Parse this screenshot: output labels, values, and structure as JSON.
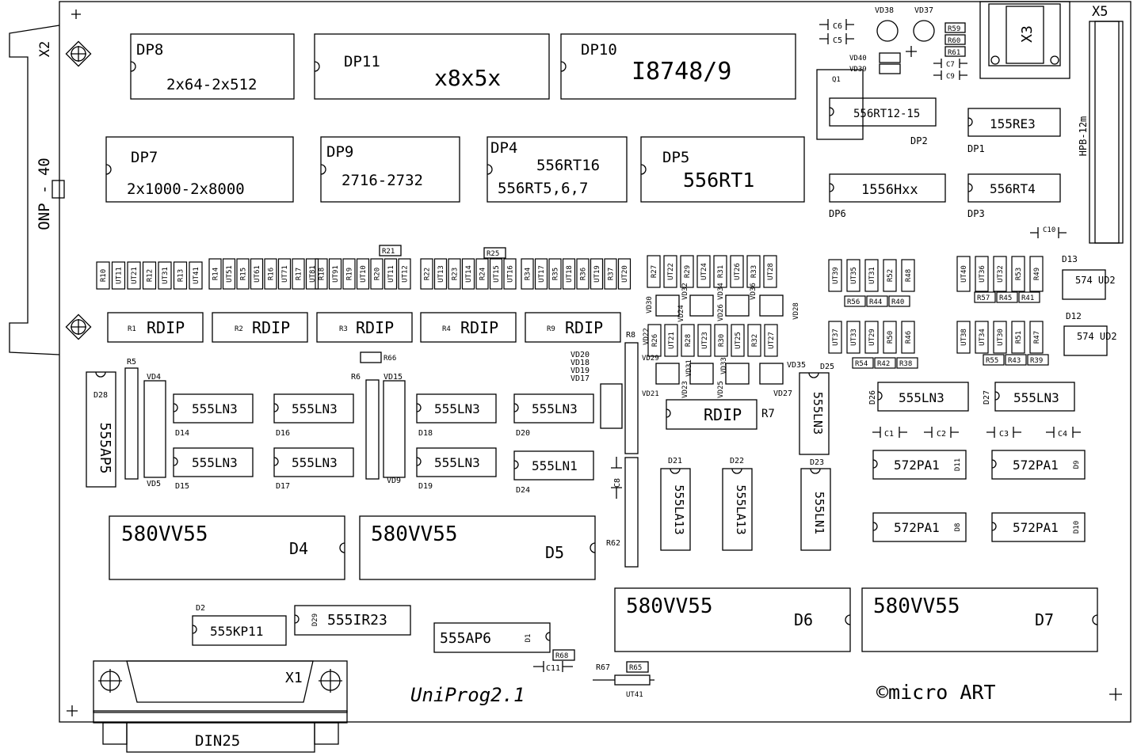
{
  "board": {
    "edge_connector": "ONP - 40",
    "x2": "X2",
    "x5": "X5",
    "x5_part": "HPB-12m",
    "x3": "X3",
    "x1": "X1",
    "x1_part": "DIN25",
    "title": "UniProg2.1",
    "copyright": "©micro ART"
  },
  "chips": {
    "dp8": {
      "ref": "DP8",
      "part": "2x64-2x512"
    },
    "dp11": {
      "ref": "DP11",
      "part": "x8x5x"
    },
    "dp10": {
      "ref": "DP10",
      "part": "I8748/9"
    },
    "dp7": {
      "ref": "DP7",
      "part": "2x1000-2x8000"
    },
    "dp9": {
      "ref": "DP9",
      "part": "2716-2732"
    },
    "dp4": {
      "ref": "DP4",
      "part1": "556RT16",
      "part2": "556RT5,6,7"
    },
    "dp5": {
      "ref": "DP5",
      "part": "556RT1"
    },
    "dp2": {
      "ref": "DP2",
      "part": "556RT12-15"
    },
    "dp1": {
      "ref": "DP1",
      "part": "155RE3"
    },
    "dp6": {
      "ref": "DP6",
      "part": "1556Hxx"
    },
    "dp3": {
      "ref": "DP3",
      "part": "556RT4"
    },
    "d13": {
      "ref": "D13",
      "part": "574 UD2"
    },
    "d12": {
      "ref": "D12",
      "part": "574 UD2"
    },
    "d14": {
      "ref": "D14",
      "part": "555LN3"
    },
    "d15": {
      "ref": "D15",
      "part": "555LN3"
    },
    "d16": {
      "ref": "D16",
      "part": "555LN3"
    },
    "d17": {
      "ref": "D17",
      "part": "555LN3"
    },
    "d18": {
      "ref": "D18",
      "part": "555LN3"
    },
    "d19": {
      "ref": "D19",
      "part": "555LN3"
    },
    "d20": {
      "ref": "D20",
      "part": "555LN3"
    },
    "d24": {
      "ref": "D24",
      "part": "555LN1"
    },
    "d28": {
      "ref": "D28",
      "part": "555AP5"
    },
    "d25": {
      "ref": "D25",
      "part": "555LN3"
    },
    "d23": {
      "ref": "D23",
      "part": "555LN1"
    },
    "d21": {
      "ref": "D21",
      "part": "555LA13"
    },
    "d22": {
      "ref": "D22",
      "part": "555LA13"
    },
    "d26": {
      "ref": "D26",
      "part": "555LN3"
    },
    "d27": {
      "ref": "D27",
      "part": "555LN3"
    },
    "d11": {
      "ref": "D11",
      "part": "572PA1"
    },
    "d9": {
      "ref": "D9",
      "part": "572PA1"
    },
    "d8": {
      "ref": "D8",
      "part": "572PA1"
    },
    "d10": {
      "ref": "D10",
      "part": "572PA1"
    },
    "d4": {
      "ref": "D4",
      "part": "580VV55"
    },
    "d5": {
      "ref": "D5",
      "part": "580VV55"
    },
    "d6": {
      "ref": "D6",
      "part": "580VV55"
    },
    "d7": {
      "ref": "D7",
      "part": "580VV55"
    },
    "d2": {
      "ref": "D2",
      "part": "555KP11"
    },
    "d29": {
      "ref": "D29",
      "part": "555IR23"
    },
    "d1": {
      "ref": "D1",
      "part": "555AP6"
    },
    "r7": {
      "ref": "R7",
      "part": "RDIP"
    }
  },
  "rdips": [
    {
      "ref": "R1",
      "part": "RDIP"
    },
    {
      "ref": "R2",
      "part": "RDIP"
    },
    {
      "ref": "R3",
      "part": "RDIP"
    },
    {
      "ref": "R4",
      "part": "RDIP"
    },
    {
      "ref": "R9",
      "part": "RDIP"
    }
  ],
  "small_row_1": [
    "R10",
    "UT11",
    "UT21",
    "R12",
    "UT31",
    "R13",
    "UT41"
  ],
  "small_row_2": [
    "R14",
    "UT51",
    "R15",
    "UT61",
    "R16",
    "UT71",
    "R17",
    "UT81"
  ],
  "small_row_3": [
    "R18",
    "UT91",
    "R19",
    "UT10",
    "R20",
    "UT11",
    "UT12"
  ],
  "small_row_4": [
    "R22",
    "UT13",
    "R23",
    "UT14",
    "R24",
    "UT15",
    "UT16"
  ],
  "small_row_5": [
    "R34",
    "UT17",
    "R35",
    "UT18",
    "R36",
    "UT19",
    "R37",
    "UT20"
  ],
  "small_row_6": [
    "R27",
    "UT22",
    "R29",
    "UT24",
    "R31",
    "UT26",
    "R33",
    "UT28"
  ],
  "small_row_7": [
    "R26",
    "UT21",
    "R28",
    "UT23",
    "R30",
    "UT25",
    "R32",
    "UT27"
  ],
  "tr_right_1": [
    "UT39",
    "UT35",
    "UT31",
    "R52",
    "R48"
  ],
  "tr_right_2": [
    "UT40",
    "UT36",
    "UT32",
    "R53",
    "R49"
  ],
  "tr_right_3": [
    "UT37",
    "UT33",
    "UT29",
    "R50",
    "R46"
  ],
  "tr_right_4": [
    "UT38",
    "UT34",
    "UT30",
    "R51",
    "R47"
  ],
  "res_h_1": [
    "R56",
    "R44",
    "R40"
  ],
  "res_h_2": [
    "R57",
    "R45",
    "R41"
  ],
  "res_h_3": [
    "R54",
    "R42",
    "R38"
  ],
  "res_h_4": [
    "R55",
    "R43",
    "R39"
  ],
  "top_small": {
    "c6": "C6",
    "c5": "C5",
    "vd38": "VD38",
    "vd37": "VD37",
    "r59": "R59",
    "r60": "R60",
    "r61": "R61",
    "c7": "C7",
    "c9": "C9",
    "vd40": "VD40",
    "vd39": "VD39",
    "q1": "Q1",
    "c10": "C10"
  },
  "caps": {
    "c1": "C1",
    "c2": "C2",
    "c3": "C3",
    "c4": "C4",
    "c8": "C8",
    "c11": "C11"
  },
  "misc": {
    "r21": "R21",
    "r25": "R25",
    "r66": "R66",
    "r5": "R5",
    "r6": "R6",
    "r8": "R8",
    "r62": "R62",
    "r65": "R65",
    "r67": "R67",
    "r68": "R68",
    "ut41": "UT41",
    "vd4": "VD4",
    "vd5": "VD5",
    "vd9": "VD9",
    "vd15": "VD15",
    "vd20": "VD20",
    "vd18": "VD18",
    "vd19": "VD19",
    "vd17": "VD17",
    "vd30": "VD30",
    "vd22": "VD22",
    "vd29": "VD29",
    "vd21": "VD21",
    "vd32": "VD32",
    "vd24": "VD24",
    "vd34": "VD34",
    "vd26": "VD26",
    "vd36": "VD36",
    "vd28": "VD28",
    "vd35": "VD35",
    "vd27": "VD27",
    "vd31": "VD31",
    "vd23": "VD23",
    "vd33": "VD33",
    "vd25": "VD25"
  }
}
